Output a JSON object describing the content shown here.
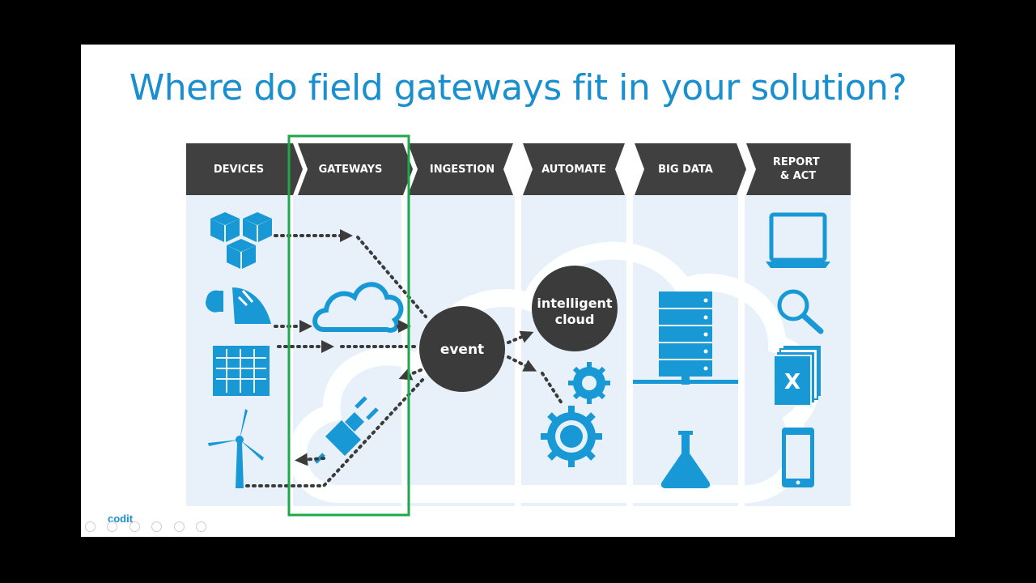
{
  "slide": {
    "title": "Where do field gateways fit in your solution?",
    "logo_text": "codit"
  },
  "stages": [
    {
      "label": "DEVICES"
    },
    {
      "label": "GATEWAYS"
    },
    {
      "label": "INGESTION"
    },
    {
      "label": "AUTOMATE"
    },
    {
      "label": "BIG DATA"
    },
    {
      "label": "REPORT\n& ACT"
    }
  ],
  "nodes": {
    "event": "event",
    "intelligent_cloud_line1": "intelligent",
    "intelligent_cloud_line2": "cloud",
    "excel_letter": "X"
  },
  "highlight": {
    "stage": "GATEWAYS",
    "color": "#1ea84a"
  },
  "colors": {
    "header": "#404040",
    "lane": "#e8f1fa",
    "icon": "#1899d6",
    "node": "#3b3b3b",
    "title": "#1a8fcf"
  },
  "icons": [
    "cubes-icon",
    "sensor-icon",
    "solar-panel-icon",
    "wind-turbine-icon",
    "cloud-icon",
    "plug-icon",
    "gears-icon",
    "server-icon",
    "flask-icon",
    "laptop-icon",
    "magnifier-icon",
    "excel-documents-icon",
    "smartphone-icon"
  ]
}
